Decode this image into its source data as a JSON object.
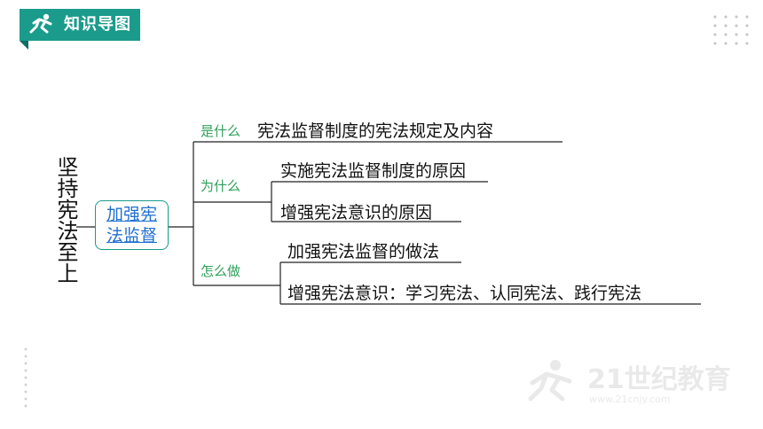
{
  "header": {
    "title": "知识导图",
    "icon": "runner-icon",
    "color": "#1a9b8c"
  },
  "root": {
    "title": "坚持宪法至上"
  },
  "center": {
    "label": "加强宪法监督",
    "color": "#1f6fd1"
  },
  "branches": [
    {
      "label": "是什么",
      "items": [
        "宪法监督制度的宪法规定及内容"
      ]
    },
    {
      "label": "为什么",
      "items": [
        "实施宪法监督制度的原因",
        "增强宪法意识的原因"
      ]
    },
    {
      "label": "怎么做",
      "items": [
        "加强宪法监督的做法",
        "增强宪法意识：学习宪法、认同宪法、践行宪法"
      ]
    }
  ],
  "colors": {
    "branch_label": "#2ea05a",
    "line": "#222222",
    "leaf_text": "#111111"
  },
  "watermark": {
    "logo_text": "21世纪教育",
    "site": "www.21cnjy.com"
  }
}
